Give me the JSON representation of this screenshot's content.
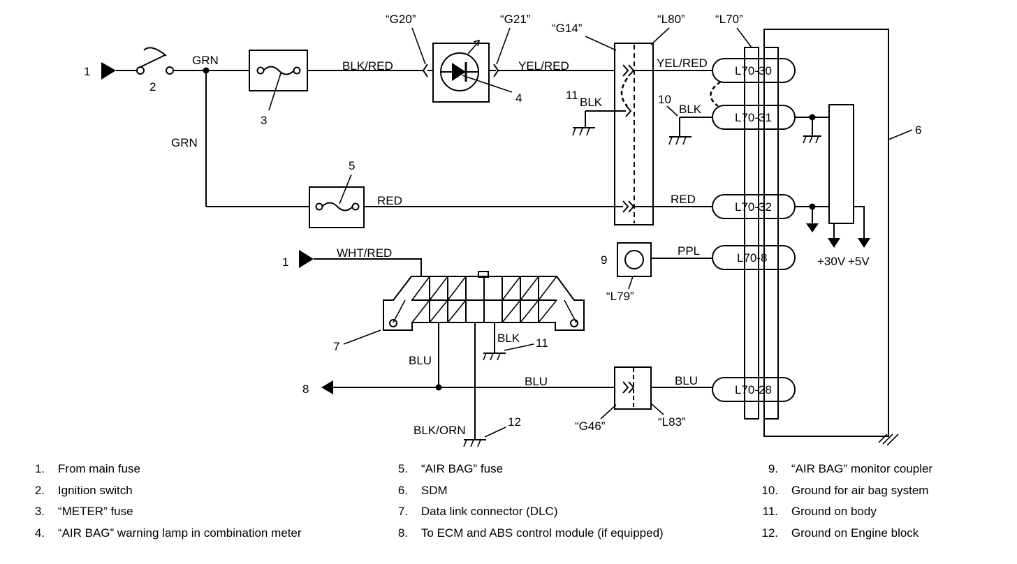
{
  "wires": {
    "grn_top": "GRN",
    "grn_side": "GRN",
    "blk_red": "BLK/RED",
    "yel_red_1": "YEL/RED",
    "yel_red_2": "YEL/RED",
    "blk_1": "BLK",
    "blk_2": "BLK",
    "blk_3": "BLK",
    "red_1": "RED",
    "red_2": "RED",
    "wht_red": "WHT/RED",
    "ppl": "PPL",
    "blu_1": "BLU",
    "blu_2": "BLU",
    "blu_3": "BLU",
    "blk_orn": "BLK/ORN"
  },
  "connectors": {
    "g20": "“G20”",
    "g21": "“G21”",
    "g14": "“G14”",
    "l80": "“L80”",
    "l70": "“L70”",
    "l79": "“L79”",
    "g46": "“G46”",
    "l83": "“L83”"
  },
  "pins": {
    "p30": "L70-30",
    "p31": "L70-31",
    "p32": "L70-32",
    "p8": "L70-8",
    "p28": "L70-28"
  },
  "voltages": {
    "v30": "+30V",
    "v5": "+5V"
  },
  "callouts": {
    "c1a": "1",
    "c1b": "1",
    "c2": "2",
    "c3": "3",
    "c4": "4",
    "c5": "5",
    "c6": "6",
    "c7": "7",
    "c8": "8",
    "c9": "9",
    "c10": "10",
    "c11a": "11",
    "c11b": "11",
    "c12": "12"
  },
  "legend": [
    [
      {
        "n": "1.",
        "text": "From main fuse"
      },
      {
        "n": "2.",
        "text": "Ignition switch"
      },
      {
        "n": "3.",
        "text": "“METER” fuse"
      },
      {
        "n": "4.",
        "text": "“AIR BAG” warning lamp in combination meter"
      }
    ],
    [
      {
        "n": "5.",
        "text": "“AIR BAG” fuse"
      },
      {
        "n": "6.",
        "text": "SDM"
      },
      {
        "n": "7.",
        "text": "Data link connector (DLC)"
      },
      {
        "n": "8.",
        "text": "To ECM and ABS control module (if equipped)"
      }
    ],
    [
      {
        "n": "9.",
        "text": "“AIR BAG” monitor coupler"
      },
      {
        "n": "10.",
        "text": "Ground for air bag system"
      },
      {
        "n": "11.",
        "text": "Ground on body"
      },
      {
        "n": "12.",
        "text": "Ground on Engine block"
      }
    ]
  ]
}
